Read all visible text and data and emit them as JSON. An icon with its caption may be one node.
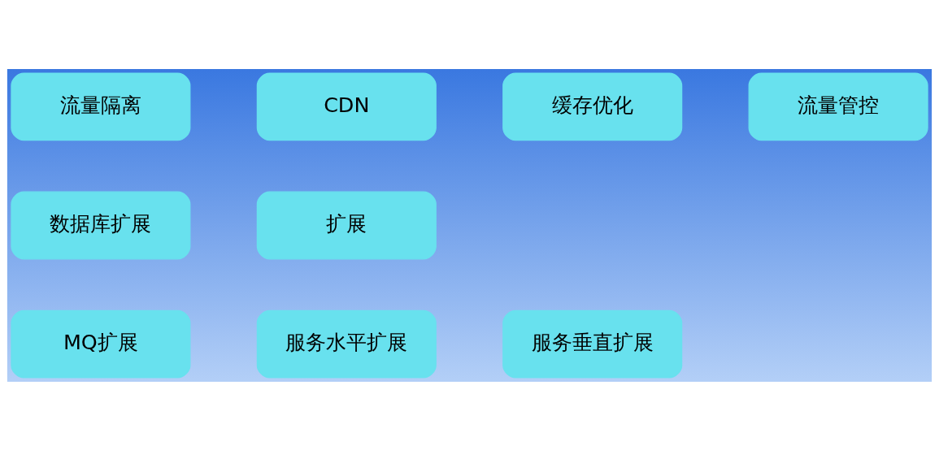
{
  "diagram": {
    "nodes": [
      {
        "text": [
          "流量隔离"
        ]
      },
      {
        "text": [
          "CDN"
        ]
      },
      {
        "text": [
          "缓存优化"
        ]
      },
      {
        "text": [
          "流量管控"
        ]
      },
      {
        "text": [
          "数据库扩展"
        ]
      },
      {
        "text": [
          "扩展"
        ]
      },
      {
        "text": [
          "MQ扩展"
        ]
      },
      {
        "text": [
          "服务水平扩展"
        ]
      },
      {
        "text": [
          "服务垂直扩展"
        ]
      }
    ]
  }
}
